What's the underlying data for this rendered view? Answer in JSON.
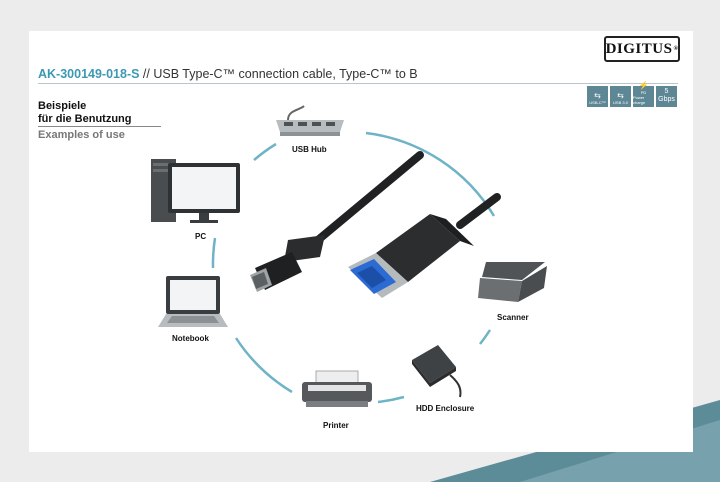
{
  "brand": {
    "logo_text": "DIGITUS",
    "logo_mark": "®"
  },
  "header": {
    "article_code": "AK-300149-018-S",
    "description": " // USB Type-C™ connection cable, Type-C™ to B"
  },
  "badges": [
    {
      "glyph": "⇆",
      "label": "USB-C™",
      "icon": "usb-c-icon"
    },
    {
      "glyph": "⇆",
      "label": "USB 3.0",
      "icon": "usb-3-icon"
    },
    {
      "glyph": "⚡",
      "label": "Power charge",
      "icon": "power-charge-icon",
      "sub": "PD"
    },
    {
      "label": "5 Gbps"
    }
  ],
  "usage": {
    "heading_de_line1": "Beispiele",
    "heading_de_line2": "für die Benutzung",
    "heading_en": "Examples of use"
  },
  "devices": {
    "usb_hub": "USB Hub",
    "pc": "PC",
    "notebook": "Notebook",
    "printer": "Printer",
    "hdd": "HDD Enclosure",
    "scanner": "Scanner"
  },
  "colors": {
    "accent": "#3c99b2",
    "arc": "#6fb3c6",
    "badge": "#5d8795",
    "usb3_blue": "#2b6bd3",
    "bg_band": "#5d8c99"
  }
}
